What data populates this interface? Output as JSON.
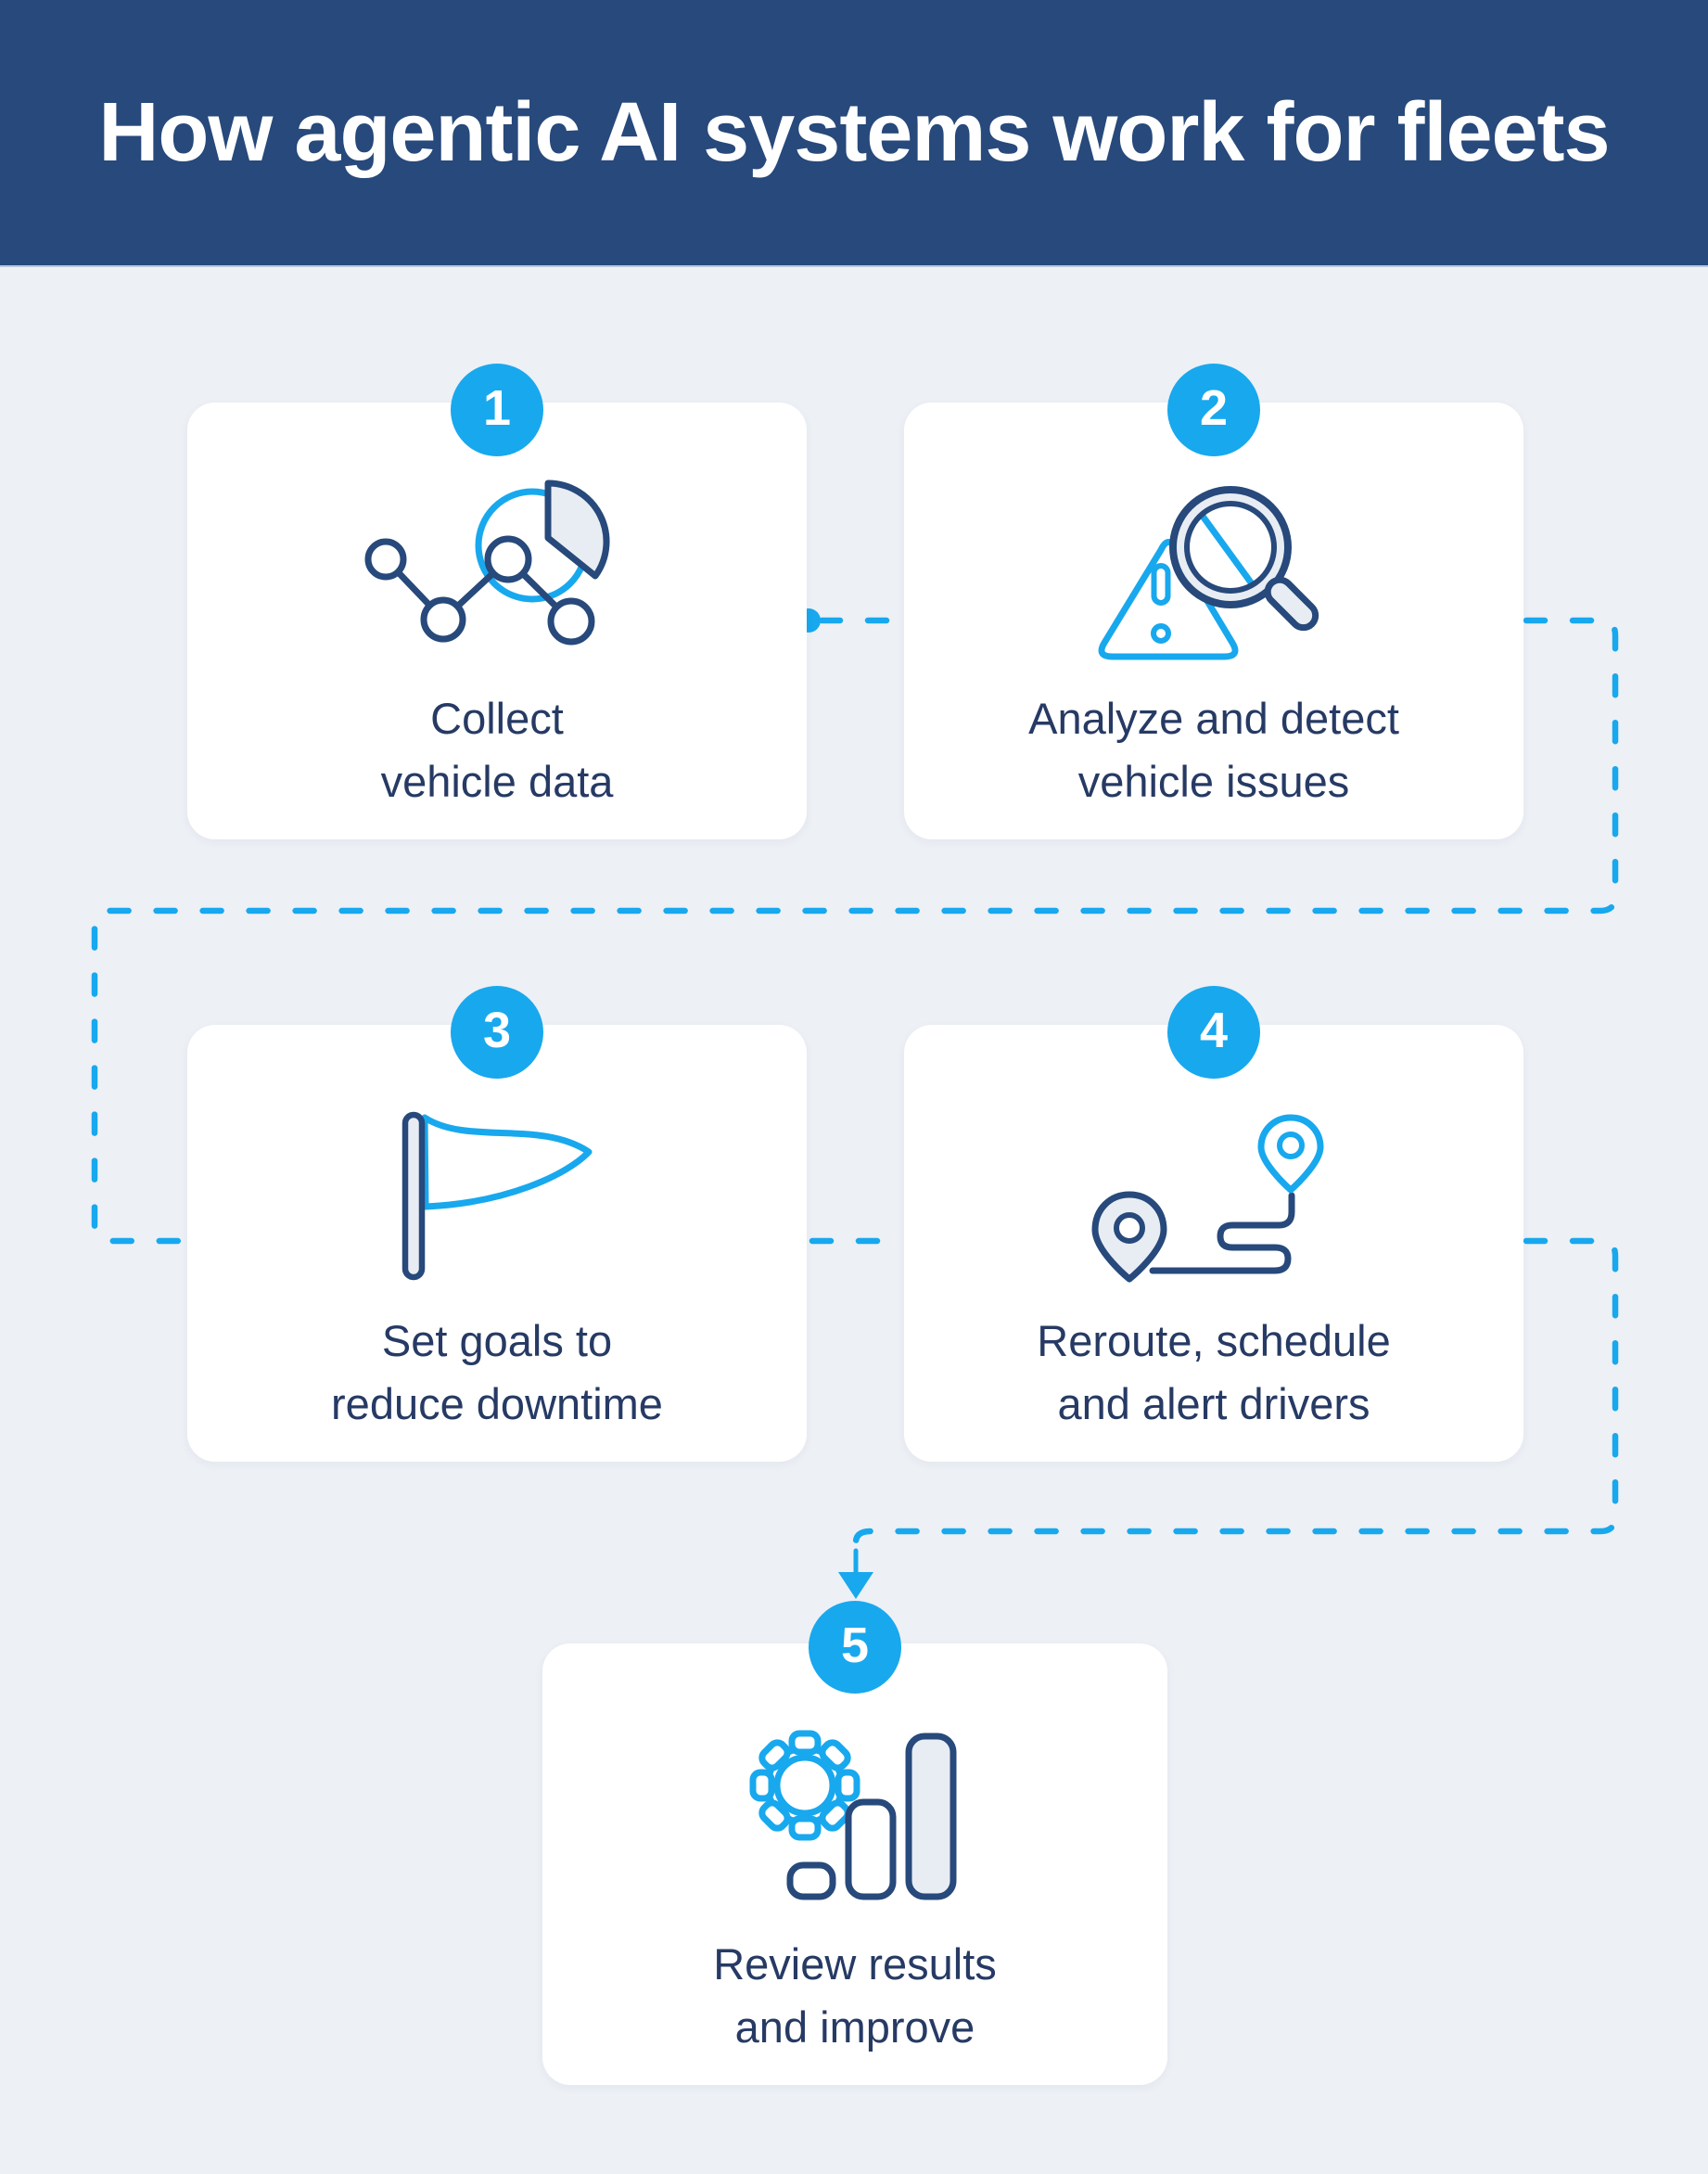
{
  "header": {
    "title": "How agentic AI systems work for fleets"
  },
  "steps": [
    {
      "number": "1",
      "label": "Collect\nvehicle data",
      "icon": "data-chart-icon"
    },
    {
      "number": "2",
      "label": "Analyze and detect\nvehicle issues",
      "icon": "alert-magnifier-icon"
    },
    {
      "number": "3",
      "label": "Set goals to\nreduce downtime",
      "icon": "goal-flag-icon"
    },
    {
      "number": "4",
      "label": "Reroute, schedule\nand alert drivers",
      "icon": "route-pins-icon"
    },
    {
      "number": "5",
      "label": "Review results\nand improve",
      "icon": "gear-chart-icon"
    }
  ],
  "colors": {
    "header_bg": "#27497b",
    "page_bg": "#edf0f5",
    "card_bg": "#ffffff",
    "accent": "#18a8ee",
    "navy": "#27497b",
    "text": "#263a64",
    "light": "#e8edf4"
  }
}
